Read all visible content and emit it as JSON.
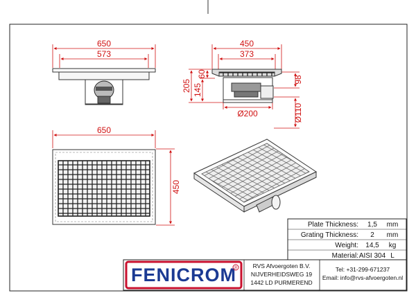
{
  "views": {
    "side": {
      "overall_width": "650",
      "inner_width": "573"
    },
    "front": {
      "overall_width": "450",
      "inner_width": "373",
      "total_height": "205",
      "lower_height": "145",
      "top_height": "60",
      "outlet_height": "98",
      "outlet_diameter_base": "Ø200",
      "outlet_diameter_pipe": "Ø110"
    },
    "top": {
      "width": "650",
      "depth": "450"
    }
  },
  "specs": [
    {
      "label": "Plate Thickness:",
      "value": "1,5",
      "unit": "mm"
    },
    {
      "label": "Grating Thickness:",
      "value": "2",
      "unit": "mm"
    },
    {
      "label": "Weight:",
      "value": "14,5",
      "unit": "kg"
    },
    {
      "label": "Material:",
      "value": "AISI 304",
      "unit": "L"
    }
  ],
  "title_block": {
    "logo": "FENICROM",
    "company": [
      "RVS Afvoergoten B.V.",
      "NIJVERHEIDSWEG 19",
      "1442 LD PURMEREND"
    ],
    "contact": [
      "Tel: +31-299-671237",
      "Email: info@rvs-afvoergoten.nl"
    ]
  },
  "colors": {
    "dimension": "#d01010",
    "drawing": "#444444",
    "logo_blue": "#1b3a93",
    "logo_red": "#c8102e"
  }
}
